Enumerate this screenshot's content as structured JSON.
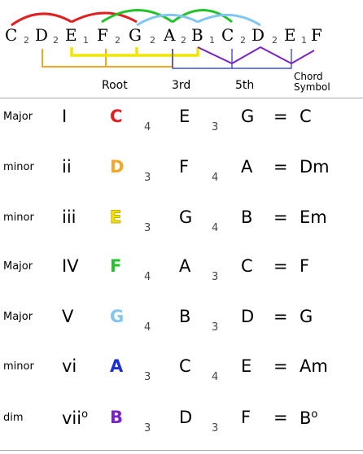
{
  "scale": {
    "notes": [
      "C",
      "D",
      "E",
      "F",
      "G",
      "A",
      "B",
      "C",
      "D",
      "E",
      "F"
    ],
    "steps": [
      "2",
      "2",
      "1",
      "2",
      "2",
      "2",
      "1",
      "2",
      "2",
      "1"
    ]
  },
  "headers": {
    "root": "Root",
    "third": "3rd",
    "fifth": "5th",
    "chord_symbol": "Chord\nSymbol"
  },
  "colors": {
    "red": "#e02020",
    "orange": "#f5a623",
    "yellow": "#f2e600",
    "green": "#22c22a",
    "lightblue": "#80c6f0",
    "blue": "#1a2fd8",
    "purple": "#7a22c8"
  },
  "chords": [
    {
      "quality": "Major",
      "roman": "I",
      "root": "C",
      "root_color": "#e02020",
      "int1": "4",
      "third": "E",
      "int2": "3",
      "fifth": "G",
      "eq": "=",
      "symbol": "C"
    },
    {
      "quality": "minor",
      "roman": "ii",
      "root": "D",
      "root_color": "#f5a623",
      "int1": "3",
      "third": "F",
      "int2": "4",
      "fifth": "A",
      "eq": "=",
      "symbol": "Dm"
    },
    {
      "quality": "minor",
      "roman": "iii",
      "root": "E",
      "root_color": "#f2e600",
      "int1": "3",
      "third": "G",
      "int2": "4",
      "fifth": "B",
      "eq": "=",
      "symbol": "Em"
    },
    {
      "quality": "Major",
      "roman": "IV",
      "root": "F",
      "root_color": "#22c22a",
      "int1": "4",
      "third": "A",
      "int2": "3",
      "fifth": "C",
      "eq": "=",
      "symbol": "F"
    },
    {
      "quality": "Major",
      "roman": "V",
      "root": "G",
      "root_color": "#80c6f0",
      "int1": "4",
      "third": "B",
      "int2": "3",
      "fifth": "D",
      "eq": "=",
      "symbol": "G"
    },
    {
      "quality": "minor",
      "roman": "vi",
      "root": "A",
      "root_color": "#1a2fd8",
      "int1": "3",
      "third": "C",
      "int2": "4",
      "fifth": "E",
      "eq": "=",
      "symbol": "Am"
    },
    {
      "quality": "dim",
      "roman": "viio",
      "root": "B",
      "root_color": "#7a22c8",
      "int1": "3",
      "third": "D",
      "int2": "3",
      "fifth": "F",
      "eq": "=",
      "symbol": "Bo"
    }
  ]
}
